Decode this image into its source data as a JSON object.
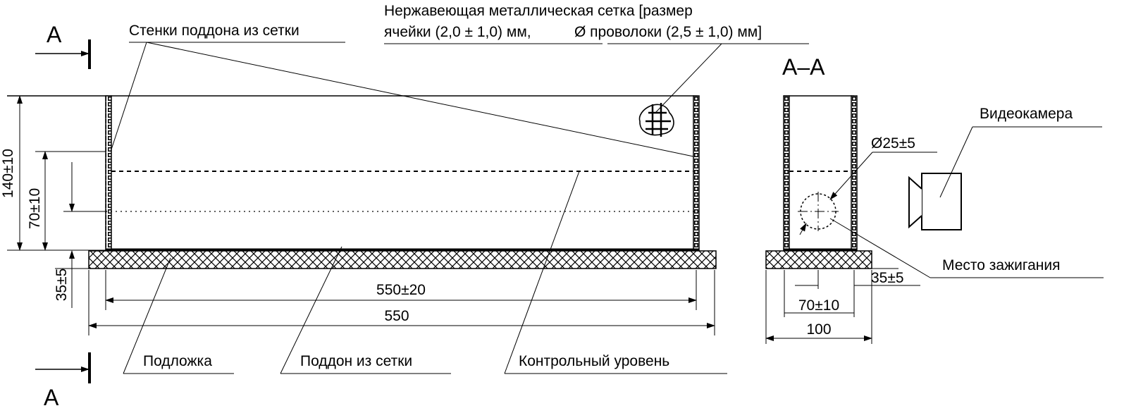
{
  "labels": {
    "mesh_walls": "Стенки поддона из сетки",
    "mesh_spec_line1": "Нержавеющая металлическая сетка [размер",
    "mesh_spec_line2a": "ячейки (2,0 ± 1,0) мм,",
    "mesh_spec_line2b": "Ø проволоки (2,5 ± 1,0) мм]",
    "section": "А–А",
    "camera": "Видеокамера",
    "ignition": "Место зажигания",
    "substrate": "Подложка",
    "mesh_tray": "Поддон из сетки",
    "control_level": "Контрольный уровень"
  },
  "section_marks": {
    "top": "А",
    "bottom": "А"
  },
  "dimensions": {
    "height_total": "140±10",
    "height_level": "70±10",
    "substrate_thickness": "35±5",
    "tray_length": "550±20",
    "substrate_length": "550",
    "ignition_diameter": "Ø25±5",
    "side_substrate_thickness": "35±5",
    "ignition_offset": "70±10",
    "side_width": "100"
  },
  "icons": {
    "mesh_detail": "mesh-detail-icon",
    "camera": "video-camera-icon"
  }
}
